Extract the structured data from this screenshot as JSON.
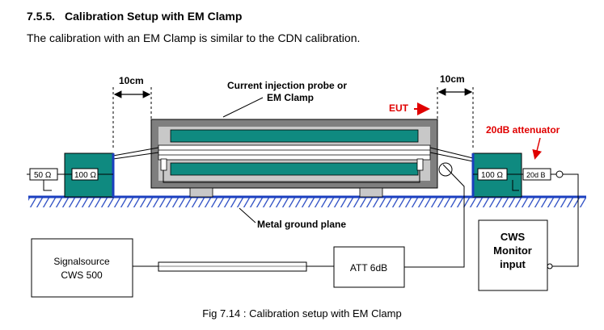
{
  "section": {
    "number": "7.5.5.",
    "title": "Calibration Setup with EM Clamp",
    "intro": "The calibration with an EM Clamp is similar to the CDN calibration."
  },
  "diagram": {
    "dimension_left": "10cm",
    "dimension_right": "10cm",
    "probe_label_line1": "Current injection probe or",
    "probe_label_line2": "EM Clamp",
    "eut_label": "EUT",
    "attenuator_label": "20dB attenuator",
    "resistor_50": "50 Ω",
    "resistor_100_left": "100 Ω",
    "resistor_100_right": "100 Ω",
    "resistor_20db": "20d B",
    "ground_plane_label": "Metal ground plane",
    "signal_source_line1": "Signalsource",
    "signal_source_line2": "CWS 500",
    "att_label": "ATT 6dB",
    "monitor_line1": "CWS",
    "monitor_line2": "Monitor",
    "monitor_line3": "input",
    "colors": {
      "teal": "#0f8a80",
      "probe_gray": "#7f7f7f",
      "accent_red": "#e00000",
      "ground_blue": "#1b3fbf"
    }
  },
  "caption": "Fig 7.14 : Calibration setup with EM Clamp"
}
